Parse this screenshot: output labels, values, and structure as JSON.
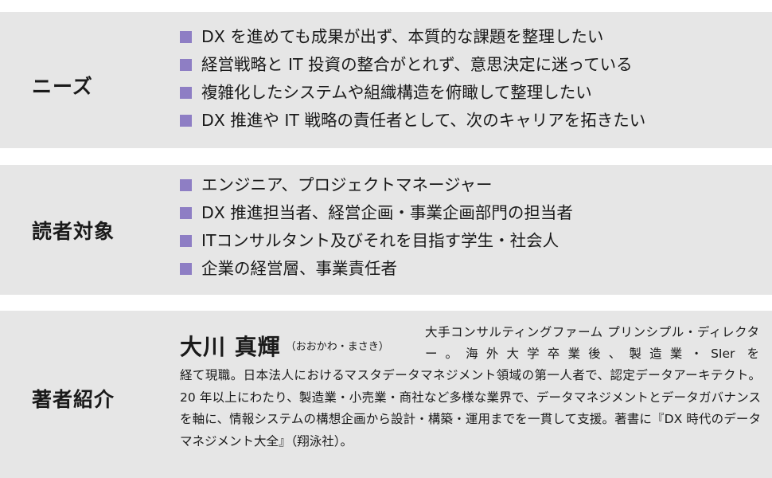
{
  "needs": {
    "label": "ニーズ",
    "items": [
      "DX を進めても成果が出ず、本質的な課題を整理したい",
      "経営戦略と IT 投資の整合がとれず、意思決定に迷っている",
      "複雑化したシステムや組織構造を俯瞰して整理したい",
      "DX 推進や IT 戦略の責任者として、次のキャリアを拓きたい"
    ]
  },
  "readers": {
    "label": "読者対象",
    "items": [
      "エンジニア、プロジェクトマネージャー",
      "DX 推進担当者、経営企画・事業企画部門の担当者",
      "ITコンサルタント及びそれを目指す学生・社会人",
      "企業の経営層、事業責任者"
    ]
  },
  "author": {
    "label": "著者紹介",
    "name": "大川 真輝",
    "reading": "（おおかわ・まさき）",
    "bio_first": "大手コンサルティングファーム プリンシプル・ディレクター。海外大学卒業後、製造業・SIer を",
    "bio_rest": "経て現職。日本法人におけるマスタデータマネジメント領域の第一人者で、認定データアーキテクト。20 年以上にわたり、製造業・小売業・商社など多様な業界で、データマネジメントとデータガバナンスを軸に、情報システムの構想企画から設計・構築・運用までを一貫して支援。著書に『DX 時代のデータマネジメント大全』（翔泳社）。"
  },
  "colors": {
    "panel_bg": "#e6e6e6",
    "bullet": "#8e7ec4",
    "text": "#1a1a1a"
  }
}
